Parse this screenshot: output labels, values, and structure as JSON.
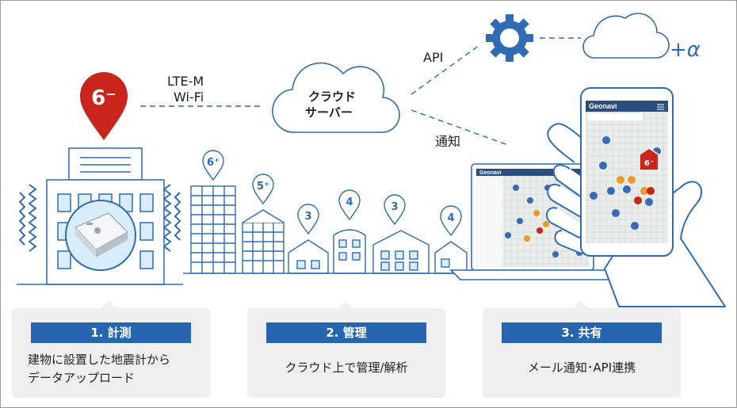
{
  "labels": {
    "lte": "LTE-M",
    "wifi": "Wi-Fi",
    "api": "API",
    "notify": "通知",
    "cloud_line1": "クラウド",
    "cloud_line2": "サーバー",
    "plus_alpha": "+α"
  },
  "pins": {
    "main": "6⁻",
    "b1": "6⁺",
    "b2": "5⁺",
    "b3": "3",
    "b4": "4",
    "b5": "3",
    "b6": "4"
  },
  "phone_alert": "6⁻",
  "brand": "Geonavi",
  "steps": [
    {
      "title": "1. 計測",
      "desc_line1": "建物に設置した地震計から",
      "desc_line2": "データアップロード"
    },
    {
      "title": "2. 管理",
      "desc_line1": "クラウド上で管理/解析",
      "desc_line2": ""
    },
    {
      "title": "3. 共有",
      "desc_line1": "メール通知･API連携",
      "desc_line2": ""
    }
  ],
  "colors": {
    "pin_red": "#c8261c",
    "outline_blue": "#2f6cb4",
    "header_blue": "#2666b0",
    "light_blue": "#d9ecf9",
    "panel_gray": "#efefef"
  },
  "icons": [
    "seismometer-pin-icon",
    "building-pin-icon",
    "cloud-server-icon",
    "gear-icon",
    "cloud-icon",
    "seismometer-device-icon",
    "laptop-map-icon",
    "phone-map-icon",
    "hand-icon"
  ]
}
